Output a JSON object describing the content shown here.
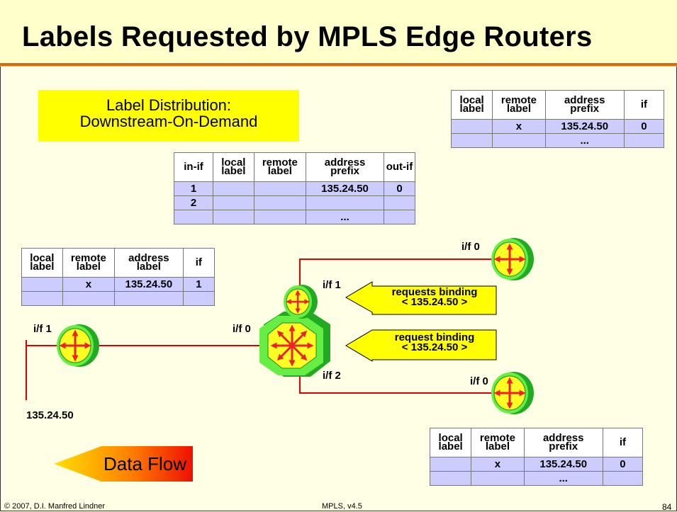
{
  "title": "Labels Requested by MPLS Edge Routers",
  "label_distribution": {
    "line1": "Label Distribution:",
    "line2": "Downstream-On-Demand"
  },
  "table_top_right": {
    "headers": [
      [
        "local",
        "label"
      ],
      [
        "remote",
        "label"
      ],
      [
        "address",
        "prefix"
      ],
      [
        "if"
      ]
    ],
    "rows": [
      [
        "",
        "x",
        "135.24.50",
        "0"
      ],
      [
        "",
        "",
        "...",
        ""
      ]
    ]
  },
  "table_center": {
    "headers": [
      [
        "in-if"
      ],
      [
        "local",
        "label"
      ],
      [
        "remote",
        "label"
      ],
      [
        "address",
        "prefix"
      ],
      [
        "out-if"
      ]
    ],
    "rows": [
      [
        "1",
        "",
        "",
        "135.24.50",
        "0"
      ],
      [
        "2",
        "",
        "",
        "",
        ""
      ],
      [
        "",
        "",
        "",
        "...",
        ""
      ]
    ]
  },
  "table_left": {
    "headers": [
      [
        "local",
        "label"
      ],
      [
        "remote",
        "label"
      ],
      [
        "address",
        "label"
      ],
      [
        "if"
      ]
    ],
    "rows": [
      [
        "",
        "x",
        "135.24.50",
        "1"
      ],
      [
        "",
        "",
        "",
        ""
      ]
    ]
  },
  "table_bottom_right": {
    "headers": [
      [
        "local",
        "label"
      ],
      [
        "remote",
        "label"
      ],
      [
        "address",
        "prefix"
      ],
      [
        "if"
      ]
    ],
    "rows": [
      [
        "",
        "x",
        "135.24.50",
        "0"
      ],
      [
        "",
        "",
        "...",
        ""
      ]
    ]
  },
  "labels": {
    "if0_top": "i/f 0",
    "if1_center": "i/f 1",
    "if1_left": "i/f 1",
    "if0_center": "i/f 0",
    "if2_center": "i/f 2",
    "if0_bottom": "i/f 0",
    "network": "135.24.50"
  },
  "arrows": {
    "requests_binding": {
      "line1": "requests  binding",
      "line2": "< 135.24.50 >"
    },
    "request_binding": {
      "line1": "request binding",
      "line2": "< 135.24.50 >"
    }
  },
  "data_flow": "Data Flow",
  "footer": {
    "left": "© 2007, D.I. Manfred Lindner",
    "center": "MPLS, v4.5",
    "right": "84"
  },
  "colors": {
    "title_bg": "#ffffcc",
    "rule": "#d07010",
    "table_fill": "#ccccff",
    "highlight": "#ffff00",
    "router": "#33cc33",
    "link": "#dd0000"
  }
}
